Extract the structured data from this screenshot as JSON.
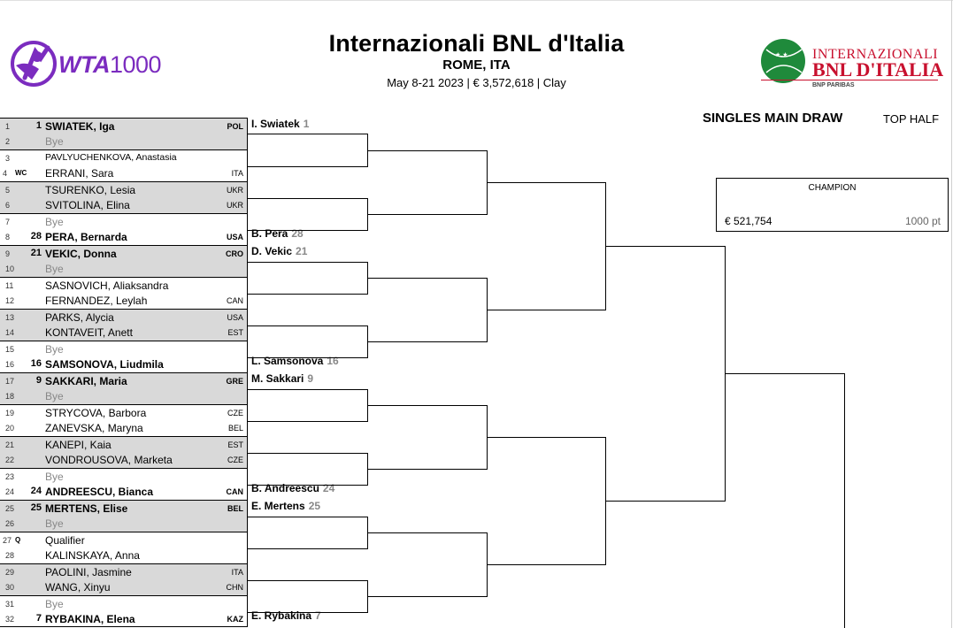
{
  "header": {
    "title": "Internazionali BNL d'Italia",
    "location": "ROME, ITA",
    "info": "May 8-21 2023  |  € 3,572,618  |  Clay",
    "wta_logo_text": "WTA1000",
    "wta_logo_bold": "WTA",
    "wta_logo_rest": "1000",
    "sponsor_line1": "INTERNAZIONALI",
    "sponsor_line2": "BNL D'ITALIA",
    "sponsor_line3": "BNP PARIBAS",
    "draw_title": "SINGLES MAIN DRAW",
    "draw_half": "TOP HALF"
  },
  "champion": {
    "label": "CHAMPION",
    "prize": "€ 521,754",
    "points": "1000 pt"
  },
  "colors": {
    "wta_purple": "#7b2cbf",
    "sponsor_red": "#c8102e",
    "row_shade": "#d9d9d9"
  },
  "draw": [
    {
      "num": "1",
      "entry": "",
      "seed": "1",
      "name": "SWIATEK, Iga",
      "country": "POL",
      "bye": false
    },
    {
      "num": "2",
      "entry": "",
      "seed": "",
      "name": "Bye",
      "country": "",
      "bye": true
    },
    {
      "num": "3",
      "entry": "",
      "seed": "",
      "name": "PAVLYUCHENKOVA, Anastasia",
      "country": "",
      "bye": false
    },
    {
      "num": "4",
      "entry": "WC",
      "seed": "",
      "name": "ERRANI, Sara",
      "country": "ITA",
      "bye": false
    },
    {
      "num": "5",
      "entry": "",
      "seed": "",
      "name": "TSURENKO, Lesia",
      "country": "UKR",
      "bye": false
    },
    {
      "num": "6",
      "entry": "",
      "seed": "",
      "name": "SVITOLINA, Elina",
      "country": "UKR",
      "bye": false
    },
    {
      "num": "7",
      "entry": "",
      "seed": "",
      "name": "Bye",
      "country": "",
      "bye": true
    },
    {
      "num": "8",
      "entry": "",
      "seed": "28",
      "name": "PERA, Bernarda",
      "country": "USA",
      "bye": false
    },
    {
      "num": "9",
      "entry": "",
      "seed": "21",
      "name": "VEKIC, Donna",
      "country": "CRO",
      "bye": false
    },
    {
      "num": "10",
      "entry": "",
      "seed": "",
      "name": "Bye",
      "country": "",
      "bye": true
    },
    {
      "num": "11",
      "entry": "",
      "seed": "",
      "name": "SASNOVICH, Aliaksandra",
      "country": "",
      "bye": false
    },
    {
      "num": "12",
      "entry": "",
      "seed": "",
      "name": "FERNANDEZ, Leylah",
      "country": "CAN",
      "bye": false
    },
    {
      "num": "13",
      "entry": "",
      "seed": "",
      "name": "PARKS, Alycia",
      "country": "USA",
      "bye": false
    },
    {
      "num": "14",
      "entry": "",
      "seed": "",
      "name": "KONTAVEIT, Anett",
      "country": "EST",
      "bye": false
    },
    {
      "num": "15",
      "entry": "",
      "seed": "",
      "name": "Bye",
      "country": "",
      "bye": true
    },
    {
      "num": "16",
      "entry": "",
      "seed": "16",
      "name": "SAMSONOVA, Liudmila",
      "country": "",
      "bye": false
    },
    {
      "num": "17",
      "entry": "",
      "seed": "9",
      "name": "SAKKARI, Maria",
      "country": "GRE",
      "bye": false
    },
    {
      "num": "18",
      "entry": "",
      "seed": "",
      "name": "Bye",
      "country": "",
      "bye": true
    },
    {
      "num": "19",
      "entry": "",
      "seed": "",
      "name": "STRYCOVA, Barbora",
      "country": "CZE",
      "bye": false
    },
    {
      "num": "20",
      "entry": "",
      "seed": "",
      "name": "ZANEVSKA, Maryna",
      "country": "BEL",
      "bye": false
    },
    {
      "num": "21",
      "entry": "",
      "seed": "",
      "name": "KANEPI, Kaia",
      "country": "EST",
      "bye": false
    },
    {
      "num": "22",
      "entry": "",
      "seed": "",
      "name": "VONDROUSOVA, Marketa",
      "country": "CZE",
      "bye": false
    },
    {
      "num": "23",
      "entry": "",
      "seed": "",
      "name": "Bye",
      "country": "",
      "bye": true
    },
    {
      "num": "24",
      "entry": "",
      "seed": "24",
      "name": "ANDREESCU, Bianca",
      "country": "CAN",
      "bye": false
    },
    {
      "num": "25",
      "entry": "",
      "seed": "25",
      "name": "MERTENS, Elise",
      "country": "BEL",
      "bye": false
    },
    {
      "num": "26",
      "entry": "",
      "seed": "",
      "name": "Bye",
      "country": "",
      "bye": true
    },
    {
      "num": "27",
      "entry": "Q",
      "seed": "",
      "name": "Qualifier",
      "country": "",
      "bye": false
    },
    {
      "num": "28",
      "entry": "",
      "seed": "",
      "name": "KALINSKAYA, Anna",
      "country": "",
      "bye": false
    },
    {
      "num": "29",
      "entry": "",
      "seed": "",
      "name": "PAOLINI, Jasmine",
      "country": "ITA",
      "bye": false
    },
    {
      "num": "30",
      "entry": "",
      "seed": "",
      "name": "WANG, Xinyu",
      "country": "CHN",
      "bye": false
    },
    {
      "num": "31",
      "entry": "",
      "seed": "",
      "name": "Bye",
      "country": "",
      "bye": true
    },
    {
      "num": "32",
      "entry": "",
      "seed": "7",
      "name": "RYBAKINA, Elena",
      "country": "KAZ",
      "bye": false
    }
  ],
  "round2": [
    {
      "name": "I. Swiatek",
      "seed": "1"
    },
    {
      "name": "",
      "seed": ""
    },
    {
      "name": "",
      "seed": ""
    },
    {
      "name": "B. Pera",
      "seed": "28"
    },
    {
      "name": "D. Vekic",
      "seed": "21"
    },
    {
      "name": "",
      "seed": ""
    },
    {
      "name": "",
      "seed": ""
    },
    {
      "name": "L. Samsonova",
      "seed": "16"
    },
    {
      "name": "M. Sakkari",
      "seed": "9"
    },
    {
      "name": "",
      "seed": ""
    },
    {
      "name": "",
      "seed": ""
    },
    {
      "name": "B. Andreescu",
      "seed": "24"
    },
    {
      "name": "E. Mertens",
      "seed": "25"
    },
    {
      "name": "",
      "seed": ""
    },
    {
      "name": "",
      "seed": ""
    },
    {
      "name": "E. Rybakina",
      "seed": "7"
    }
  ]
}
